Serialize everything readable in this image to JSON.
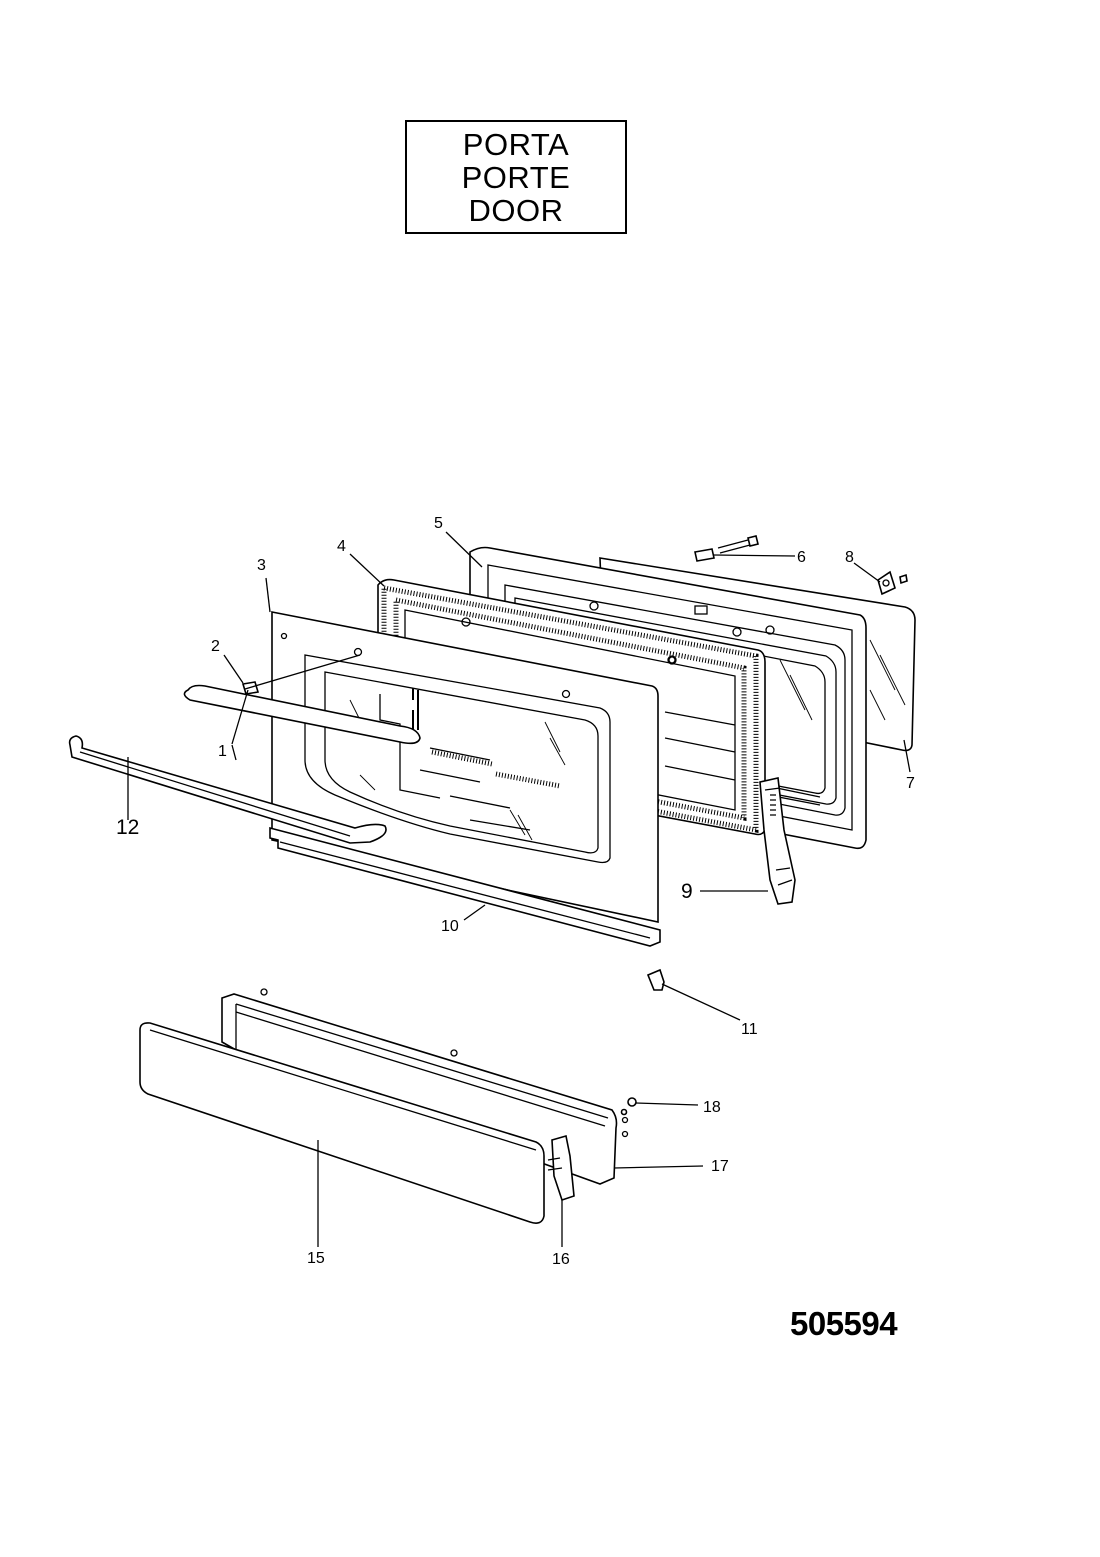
{
  "title_block": {
    "lines": [
      "PORTA",
      "PORTE",
      "DOOR"
    ]
  },
  "drawing_number": "505594",
  "callouts": [
    {
      "id": "c1",
      "label": "1"
    },
    {
      "id": "c2",
      "label": "2"
    },
    {
      "id": "c3",
      "label": "3"
    },
    {
      "id": "c4",
      "label": "4"
    },
    {
      "id": "c5",
      "label": "5"
    },
    {
      "id": "c6",
      "label": "6"
    },
    {
      "id": "c7",
      "label": "7"
    },
    {
      "id": "c8",
      "label": "8"
    },
    {
      "id": "c9",
      "label": "9"
    },
    {
      "id": "c10",
      "label": "10"
    },
    {
      "id": "c11",
      "label": "11"
    },
    {
      "id": "c12",
      "label": "12"
    },
    {
      "id": "c15",
      "label": "15"
    },
    {
      "id": "c16",
      "label": "16"
    },
    {
      "id": "c17",
      "label": "17"
    },
    {
      "id": "c18",
      "label": "18"
    }
  ]
}
